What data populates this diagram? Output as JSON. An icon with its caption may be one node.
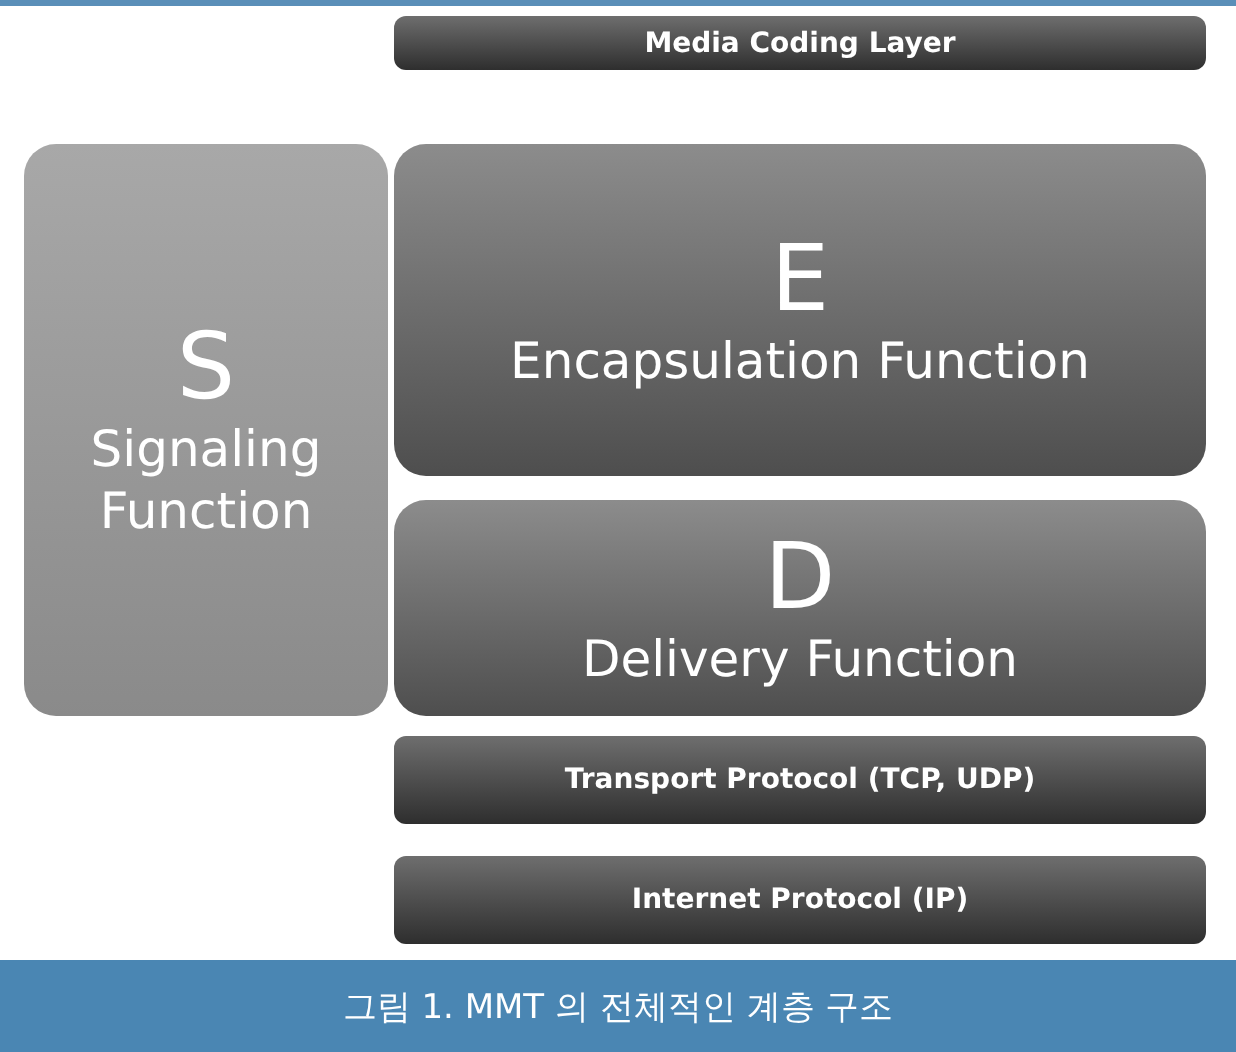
{
  "diagram": {
    "caption": "그림 1. MMT 의 전체적인 계층 구조",
    "nodes": [
      {
        "text": [
          "Media Coding Layer"
        ]
      },
      {
        "text": [
          "S",
          "Signaling Function"
        ]
      },
      {
        "text": [
          "E",
          "Encapsulation Function"
        ]
      },
      {
        "text": [
          "D",
          "Delivery Function"
        ]
      },
      {
        "text": [
          "Transport Protocol (TCP, UDP)"
        ]
      },
      {
        "text": [
          "Internet Protocol (IP)"
        ]
      }
    ],
    "edges": []
  }
}
